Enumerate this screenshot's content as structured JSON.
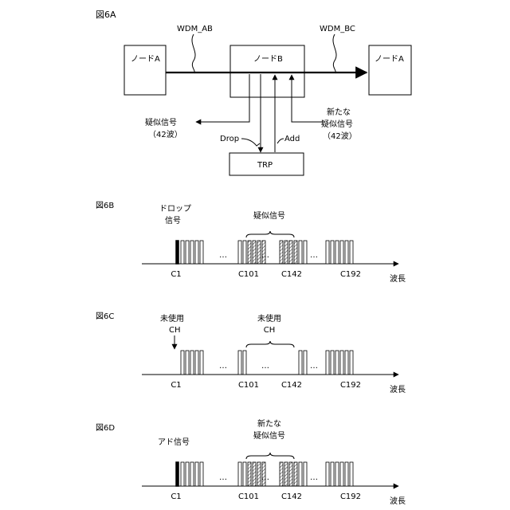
{
  "figure_6a": {
    "label": "図6A",
    "node_left": "ノードA",
    "node_center": "ノードB",
    "node_right": "ノードA",
    "link_left": "WDM_AB",
    "link_right": "WDM_BC",
    "trp": "TRP",
    "drop": "Drop",
    "add": "Add",
    "dropped_signal_line1": "疑似信号",
    "dropped_signal_line2": "（42波）",
    "new_signal_line1": "新たな",
    "new_signal_line2": "疑似信号",
    "new_signal_line3": "（42波）"
  },
  "figure_6b": {
    "label": "図6B",
    "marker_line1": "ドロップ",
    "marker_line2": "信号",
    "brace_label": "疑似信号"
  },
  "figure_6c": {
    "label": "図6C",
    "marker_line1": "未使用",
    "marker_line2": "CH",
    "brace_line1": "未使用",
    "brace_line2": "CH"
  },
  "figure_6d": {
    "label": "図6D",
    "marker_line1": "アド信号",
    "brace_line1": "新たな",
    "brace_line2": "疑似信号"
  },
  "spectrum": {
    "ellipsis": "…",
    "axis_label": "波長",
    "ticks": [
      "C1",
      "C101",
      "C142",
      "C192"
    ]
  }
}
